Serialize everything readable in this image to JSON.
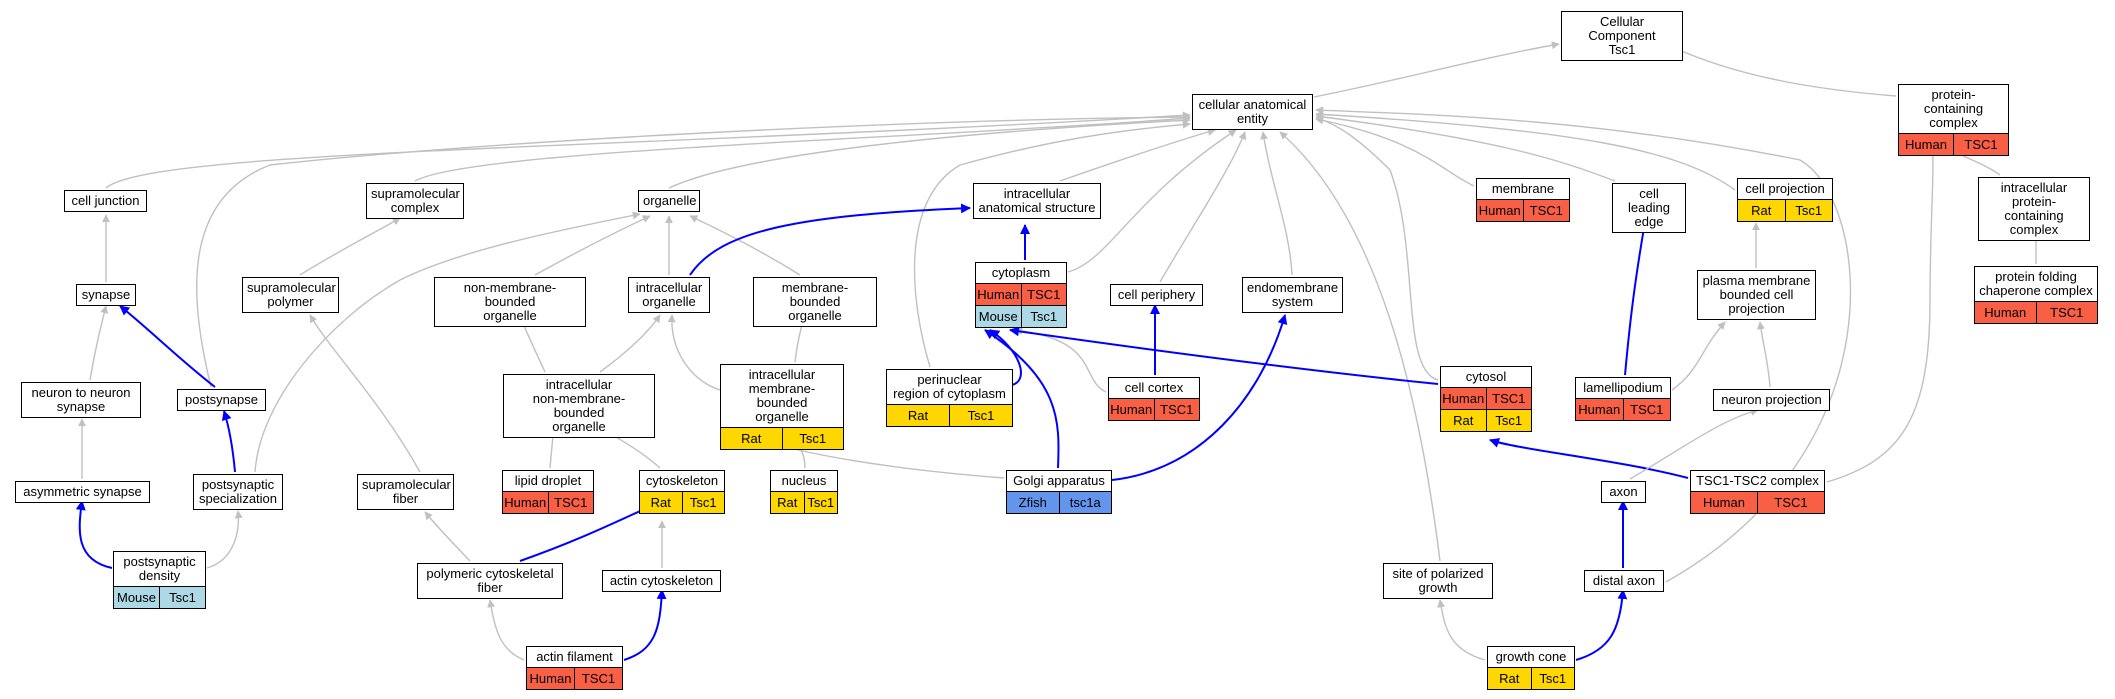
{
  "diagram": {
    "colors": {
      "human": "#f95f44",
      "rat": "#ffd700",
      "mouse": "#add8e6",
      "zfish": "#6495ed",
      "edge_gray": "#c0c0c0",
      "edge_blue": "#0000ff"
    },
    "nodes": {
      "cellular_component_tsc1": {
        "label": "Cellular Component\nTsc1"
      },
      "cellular_anatomical_entity": {
        "label": "cellular anatomical\nentity"
      },
      "protein_containing_complex": {
        "label": "protein-containing\ncomplex",
        "organisms": [
          {
            "species": "Human",
            "gene": "TSC1"
          }
        ]
      },
      "cell_junction": {
        "label": "cell junction"
      },
      "supramolecular_complex": {
        "label": "supramolecular\ncomplex"
      },
      "organelle": {
        "label": "organelle"
      },
      "intracellular_anatomical_structure": {
        "label": "intracellular\nanatomical structure"
      },
      "membrane": {
        "label": "membrane",
        "organisms": [
          {
            "species": "Human",
            "gene": "TSC1"
          }
        ]
      },
      "cell_leading_edge": {
        "label": "cell leading\nedge"
      },
      "cell_projection": {
        "label": "cell projection",
        "organisms": [
          {
            "species": "Rat",
            "gene": "Tsc1"
          }
        ]
      },
      "intracellular_protein_containing_complex": {
        "label": "intracellular\nprotein-containing\ncomplex"
      },
      "synapse": {
        "label": "synapse"
      },
      "supramolecular_polymer": {
        "label": "supramolecular\npolymer"
      },
      "non_membrane_bounded_organelle": {
        "label": "non-membrane-bounded\norganelle"
      },
      "intracellular_organelle": {
        "label": "intracellular\norganelle"
      },
      "membrane_bounded_organelle": {
        "label": "membrane-bounded\norganelle"
      },
      "cytoplasm": {
        "label": "cytoplasm",
        "organisms": [
          {
            "species": "Human",
            "gene": "TSC1"
          },
          {
            "species": "Mouse",
            "gene": "Tsc1"
          }
        ]
      },
      "cell_periphery": {
        "label": "cell periphery"
      },
      "endomembrane_system": {
        "label": "endomembrane\nsystem"
      },
      "plasma_membrane_bounded_cell_projection": {
        "label": "plasma membrane\nbounded cell\nprojection"
      },
      "protein_folding_chaperone_complex": {
        "label": "protein folding\nchaperone complex",
        "organisms": [
          {
            "species": "Human",
            "gene": "TSC1"
          }
        ]
      },
      "neuron_to_neuron_synapse": {
        "label": "neuron to neuron\nsynapse"
      },
      "postsynapse": {
        "label": "postsynapse"
      },
      "intracellular_non_membrane_bounded_organelle": {
        "label": "intracellular\nnon-membrane-bounded\norganelle"
      },
      "intracellular_membrane_bounded_organelle": {
        "label": "intracellular\nmembrane-bounded\norganelle",
        "organisms": [
          {
            "species": "Rat",
            "gene": "Tsc1"
          }
        ]
      },
      "perinuclear_region_of_cytoplasm": {
        "label": "perinuclear\nregion of cytoplasm",
        "organisms": [
          {
            "species": "Rat",
            "gene": "Tsc1"
          }
        ]
      },
      "cell_cortex": {
        "label": "cell cortex",
        "organisms": [
          {
            "species": "Human",
            "gene": "TSC1"
          }
        ]
      },
      "cytosol": {
        "label": "cytosol",
        "organisms": [
          {
            "species": "Human",
            "gene": "TSC1"
          },
          {
            "species": "Rat",
            "gene": "Tsc1"
          }
        ]
      },
      "lamellipodium": {
        "label": "lamellipodium",
        "organisms": [
          {
            "species": "Human",
            "gene": "TSC1"
          }
        ]
      },
      "neuron_projection": {
        "label": "neuron projection"
      },
      "asymmetric_synapse": {
        "label": "asymmetric synapse"
      },
      "postsynaptic_specialization": {
        "label": "postsynaptic\nspecialization"
      },
      "supramolecular_fiber": {
        "label": "supramolecular\nfiber"
      },
      "lipid_droplet": {
        "label": "lipid droplet",
        "organisms": [
          {
            "species": "Human",
            "gene": "TSC1"
          }
        ]
      },
      "cytoskeleton": {
        "label": "cytoskeleton",
        "organisms": [
          {
            "species": "Rat",
            "gene": "Tsc1"
          }
        ]
      },
      "nucleus": {
        "label": "nucleus",
        "organisms": [
          {
            "species": "Rat",
            "gene": "Tsc1"
          }
        ]
      },
      "golgi_apparatus": {
        "label": "Golgi apparatus",
        "organisms": [
          {
            "species": "Zfish",
            "gene": "tsc1a"
          }
        ]
      },
      "axon": {
        "label": "axon"
      },
      "tsc1_tsc2_complex": {
        "label": "TSC1-TSC2 complex",
        "organisms": [
          {
            "species": "Human",
            "gene": "TSC1"
          }
        ]
      },
      "postsynaptic_density": {
        "label": "postsynaptic\ndensity",
        "organisms": [
          {
            "species": "Mouse",
            "gene": "Tsc1"
          }
        ]
      },
      "polymeric_cytoskeletal_fiber": {
        "label": "polymeric cytoskeletal\nfiber"
      },
      "actin_cytoskeleton": {
        "label": "actin cytoskeleton"
      },
      "site_of_polarized_growth": {
        "label": "site of polarized\ngrowth"
      },
      "distal_axon": {
        "label": "distal axon"
      },
      "actin_filament": {
        "label": "actin filament",
        "organisms": [
          {
            "species": "Human",
            "gene": "TSC1"
          }
        ]
      },
      "growth_cone": {
        "label": "growth cone",
        "organisms": [
          {
            "species": "Rat",
            "gene": "Tsc1"
          }
        ]
      }
    },
    "edges": [
      {
        "from": "cellular_anatomical_entity",
        "to": "cellular_component_tsc1",
        "kind": "is_a"
      },
      {
        "from": "protein_containing_complex",
        "to": "cellular_component_tsc1",
        "kind": "is_a"
      },
      {
        "from": "cell_junction",
        "to": "cellular_anatomical_entity",
        "kind": "is_a"
      },
      {
        "from": "supramolecular_complex",
        "to": "cellular_anatomical_entity",
        "kind": "is_a"
      },
      {
        "from": "organelle",
        "to": "cellular_anatomical_entity",
        "kind": "is_a"
      },
      {
        "from": "intracellular_anatomical_structure",
        "to": "cellular_anatomical_entity",
        "kind": "is_a"
      },
      {
        "from": "membrane",
        "to": "cellular_anatomical_entity",
        "kind": "is_a"
      },
      {
        "from": "cell_leading_edge",
        "to": "cellular_anatomical_entity",
        "kind": "is_a"
      },
      {
        "from": "cell_projection",
        "to": "cellular_anatomical_entity",
        "kind": "is_a"
      },
      {
        "from": "postsynapse",
        "to": "cellular_anatomical_entity",
        "kind": "is_a"
      },
      {
        "from": "perinuclear_region_of_cytoplasm",
        "to": "cellular_anatomical_entity",
        "kind": "is_a"
      },
      {
        "from": "cytoplasm",
        "to": "cellular_anatomical_entity",
        "kind": "is_a"
      },
      {
        "from": "cell_periphery",
        "to": "cellular_anatomical_entity",
        "kind": "is_a"
      },
      {
        "from": "endomembrane_system",
        "to": "cellular_anatomical_entity",
        "kind": "is_a"
      },
      {
        "from": "site_of_polarized_growth",
        "to": "cellular_anatomical_entity",
        "kind": "is_a"
      },
      {
        "from": "cytosol",
        "to": "cellular_anatomical_entity",
        "kind": "is_a"
      },
      {
        "from": "distal_axon",
        "to": "cellular_anatomical_entity",
        "kind": "is_a"
      },
      {
        "from": "intracellular_protein_containing_complex",
        "to": "protein_containing_complex",
        "kind": "is_a"
      },
      {
        "from": "tsc1_tsc2_complex",
        "to": "protein_containing_complex",
        "kind": "is_a"
      },
      {
        "from": "synapse",
        "to": "cell_junction",
        "kind": "is_a"
      },
      {
        "from": "supramolecular_polymer",
        "to": "supramolecular_complex",
        "kind": "is_a"
      },
      {
        "from": "non_membrane_bounded_organelle",
        "to": "organelle",
        "kind": "is_a"
      },
      {
        "from": "intracellular_organelle",
        "to": "organelle",
        "kind": "is_a"
      },
      {
        "from": "membrane_bounded_organelle",
        "to": "organelle",
        "kind": "is_a"
      },
      {
        "from": "postsynaptic_specialization",
        "to": "organelle",
        "kind": "is_a"
      },
      {
        "from": "intracellular_organelle",
        "to": "intracellular_anatomical_structure",
        "kind": "part_of"
      },
      {
        "from": "cytoplasm",
        "to": "intracellular_anatomical_structure",
        "kind": "part_of"
      },
      {
        "from": "lamellipodium",
        "to": "cell_leading_edge",
        "kind": "part_of"
      },
      {
        "from": "plasma_membrane_bounded_cell_projection",
        "to": "cell_projection",
        "kind": "is_a"
      },
      {
        "from": "protein_folding_chaperone_complex",
        "to": "intracellular_protein_containing_complex",
        "kind": "is_a"
      },
      {
        "from": "neuron_to_neuron_synapse",
        "to": "synapse",
        "kind": "is_a"
      },
      {
        "from": "postsynapse",
        "to": "synapse",
        "kind": "part_of"
      },
      {
        "from": "supramolecular_fiber",
        "to": "supramolecular_polymer",
        "kind": "is_a"
      },
      {
        "from": "intracellular_non_membrane_bounded_organelle",
        "to": "non_membrane_bounded_organelle",
        "kind": "is_a"
      },
      {
        "from": "intracellular_non_membrane_bounded_organelle",
        "to": "intracellular_organelle",
        "kind": "is_a"
      },
      {
        "from": "intracellular_membrane_bounded_organelle",
        "to": "intracellular_organelle",
        "kind": "is_a"
      },
      {
        "from": "intracellular_membrane_bounded_organelle",
        "to": "membrane_bounded_organelle",
        "kind": "is_a"
      },
      {
        "from": "perinuclear_region_of_cytoplasm",
        "to": "cytoplasm",
        "kind": "part_of"
      },
      {
        "from": "cell_cortex",
        "to": "cytoplasm",
        "kind": "is_a"
      },
      {
        "from": "golgi_apparatus",
        "to": "cytoplasm",
        "kind": "part_of"
      },
      {
        "from": "cytosol",
        "to": "cytoplasm",
        "kind": "part_of"
      },
      {
        "from": "cell_cortex",
        "to": "cell_periphery",
        "kind": "part_of"
      },
      {
        "from": "golgi_apparatus",
        "to": "endomembrane_system",
        "kind": "part_of"
      },
      {
        "from": "lamellipodium",
        "to": "plasma_membrane_bounded_cell_projection",
        "kind": "is_a"
      },
      {
        "from": "neuron_projection",
        "to": "plasma_membrane_bounded_cell_projection",
        "kind": "is_a"
      },
      {
        "from": "asymmetric_synapse",
        "to": "neuron_to_neuron_synapse",
        "kind": "is_a"
      },
      {
        "from": "postsynaptic_specialization",
        "to": "postsynapse",
        "kind": "part_of"
      },
      {
        "from": "lipid_droplet",
        "to": "intracellular_non_membrane_bounded_organelle",
        "kind": "is_a"
      },
      {
        "from": "cytoskeleton",
        "to": "intracellular_non_membrane_bounded_organelle",
        "kind": "is_a"
      },
      {
        "from": "nucleus",
        "to": "intracellular_membrane_bounded_organelle",
        "kind": "is_a"
      },
      {
        "from": "golgi_apparatus",
        "to": "intracellular_membrane_bounded_organelle",
        "kind": "is_a"
      },
      {
        "from": "tsc1_tsc2_complex",
        "to": "cytosol",
        "kind": "part_of"
      },
      {
        "from": "axon",
        "to": "neuron_projection",
        "kind": "is_a"
      },
      {
        "from": "postsynaptic_density",
        "to": "asymmetric_synapse",
        "kind": "part_of"
      },
      {
        "from": "postsynaptic_density",
        "to": "postsynaptic_specialization",
        "kind": "is_a"
      },
      {
        "from": "polymeric_cytoskeletal_fiber",
        "to": "supramolecular_fiber",
        "kind": "is_a"
      },
      {
        "from": "polymeric_cytoskeletal_fiber",
        "to": "cytoskeleton",
        "kind": "part_of"
      },
      {
        "from": "actin_cytoskeleton",
        "to": "cytoskeleton",
        "kind": "is_a"
      },
      {
        "from": "distal_axon",
        "to": "axon",
        "kind": "part_of"
      },
      {
        "from": "actin_filament",
        "to": "polymeric_cytoskeletal_fiber",
        "kind": "is_a"
      },
      {
        "from": "actin_filament",
        "to": "actin_cytoskeleton",
        "kind": "part_of"
      },
      {
        "from": "growth_cone",
        "to": "site_of_polarized_growth",
        "kind": "is_a"
      },
      {
        "from": "growth_cone",
        "to": "distal_axon",
        "kind": "part_of"
      }
    ]
  }
}
